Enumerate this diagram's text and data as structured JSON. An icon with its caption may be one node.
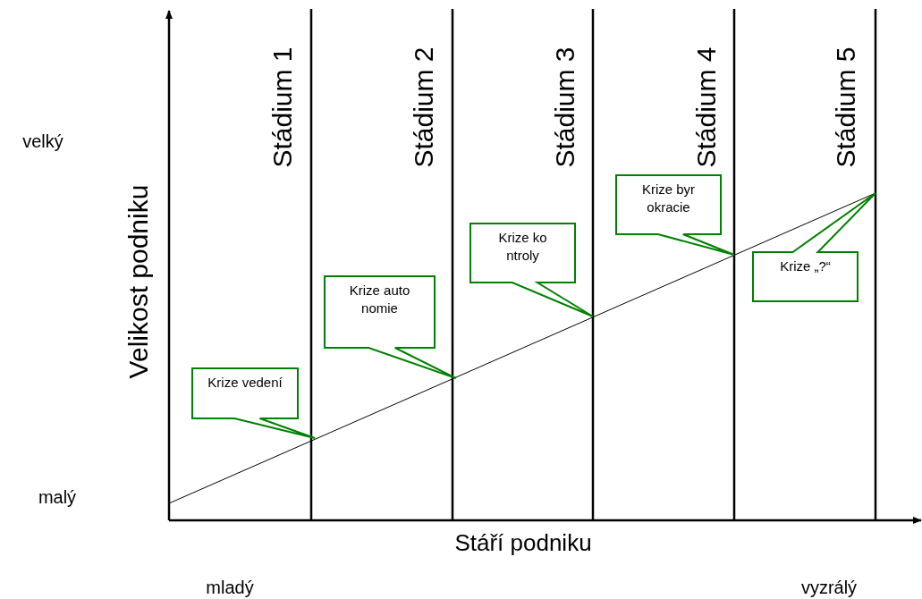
{
  "diagram": {
    "nodes": [
      {
        "text": [
          "Krize vedení"
        ]
      },
      {
        "text": [
          "Krize autonomie"
        ]
      },
      {
        "text": [
          "Krize kontroly"
        ]
      },
      {
        "text": [
          "Krize byrokracie"
        ]
      },
      {
        "text": [
          "Krize „?“"
        ]
      }
    ],
    "labels": [
      "Stádium 1",
      "Stádium 2",
      "Stádium 3",
      "Stádium 4",
      "Stádium 5",
      "velký",
      "Velikost podniku",
      "malý",
      "Stáří podniku",
      "mladý",
      "vyzrálý"
    ]
  }
}
